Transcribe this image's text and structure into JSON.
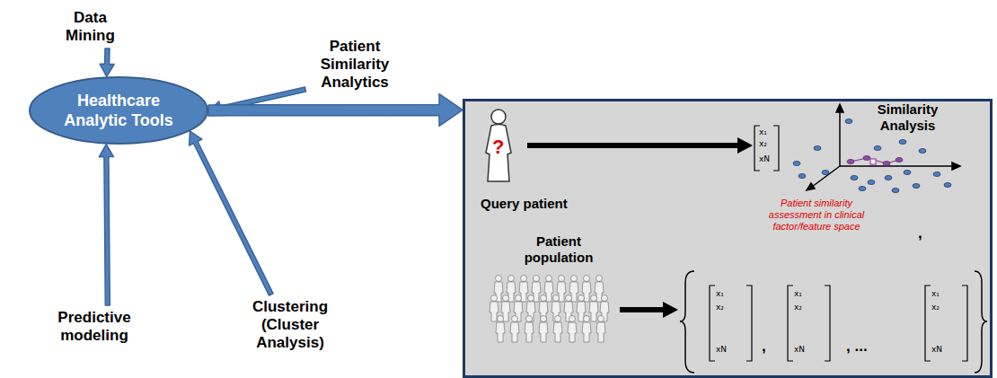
{
  "diagram": {
    "nodes": [
      {
        "text": [
          "Data Mining"
        ]
      },
      {
        "text": [
          "Patient Similarity Analytics"
        ]
      },
      {
        "text": [
          "Healthcare Analytic Tools"
        ]
      },
      {
        "text": [
          "Query patient",
          "Similarity Analysis",
          "Patient similarity assessment in clinical factor/feature space",
          "Patient population"
        ]
      },
      {
        "text": [
          "Predictive modeling"
        ]
      },
      {
        "text": [
          "Clustering (Cluster Analysis)"
        ]
      }
    ],
    "edges": [
      {
        "from": 0,
        "to": 2,
        "arrow": "to"
      },
      {
        "from": 1,
        "to": 2,
        "arrow": "to"
      },
      {
        "from": 2,
        "to": 3,
        "arrow": "to"
      },
      {
        "from": 4,
        "to": 2,
        "arrow": "to"
      },
      {
        "from": 5,
        "to": 2,
        "arrow": "to"
      }
    ],
    "labels": [
      "?",
      "x₁",
      "x₂",
      "xN",
      ",",
      "x₁",
      "x₂",
      "xN",
      ",",
      "x₁",
      "x₂",
      "xN",
      ", ...",
      "x₁",
      "x₂",
      "xN"
    ]
  }
}
